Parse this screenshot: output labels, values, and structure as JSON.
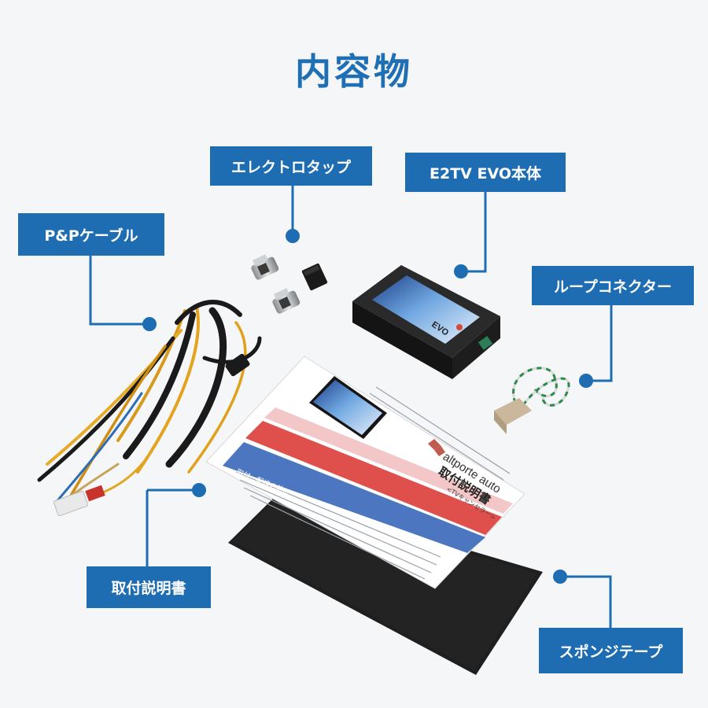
{
  "title": "内容物",
  "labels": {
    "pp_cable": "P&Pケーブル",
    "electro_tap": "エレクトロタップ",
    "main_unit": "E2TV EVO本体",
    "loop_connector": "ループコネクター",
    "manual": "取付説明書",
    "sponge_tape": "スポンジテープ"
  },
  "product": {
    "screen_brand": "EVO",
    "manual_brand": "altporte auto",
    "manual_title": "取付説明書",
    "manual_subtitle": "<TVキャンセラー>",
    "manual_section": "取付・配線の前に"
  },
  "colors": {
    "accent": "#1e6db3",
    "background": "#f5f6f8",
    "sponge": "#1d1d1d",
    "device": "#1c1c1c"
  }
}
